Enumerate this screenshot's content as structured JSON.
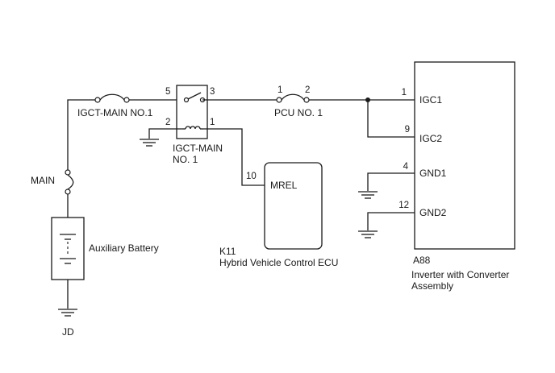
{
  "fuses": {
    "igct_main_no1": "IGCT-MAIN NO.1",
    "pcu_no1": "PCU NO. 1",
    "main": "MAIN"
  },
  "relay": {
    "line1": "IGCT-MAIN",
    "line2": "NO. 1",
    "pins": {
      "p5": "5",
      "p3": "3",
      "p2": "2",
      "p1": "1"
    }
  },
  "pcu_pins": {
    "in": "1",
    "out": "2"
  },
  "battery": {
    "label": "Auxiliary Battery"
  },
  "ground_jd": {
    "label": "JD"
  },
  "ecu": {
    "code": "K11",
    "name": "Hybrid Vehicle Control ECU",
    "terminal": "MREL",
    "pin": "10"
  },
  "inverter": {
    "code": "A88",
    "name_line1": "Inverter with Converter",
    "name_line2": "Assembly",
    "terminals": [
      {
        "pin": "1",
        "name": "IGC1"
      },
      {
        "pin": "9",
        "name": "IGC2"
      },
      {
        "pin": "4",
        "name": "GND1"
      },
      {
        "pin": "12",
        "name": "GND2"
      }
    ]
  }
}
